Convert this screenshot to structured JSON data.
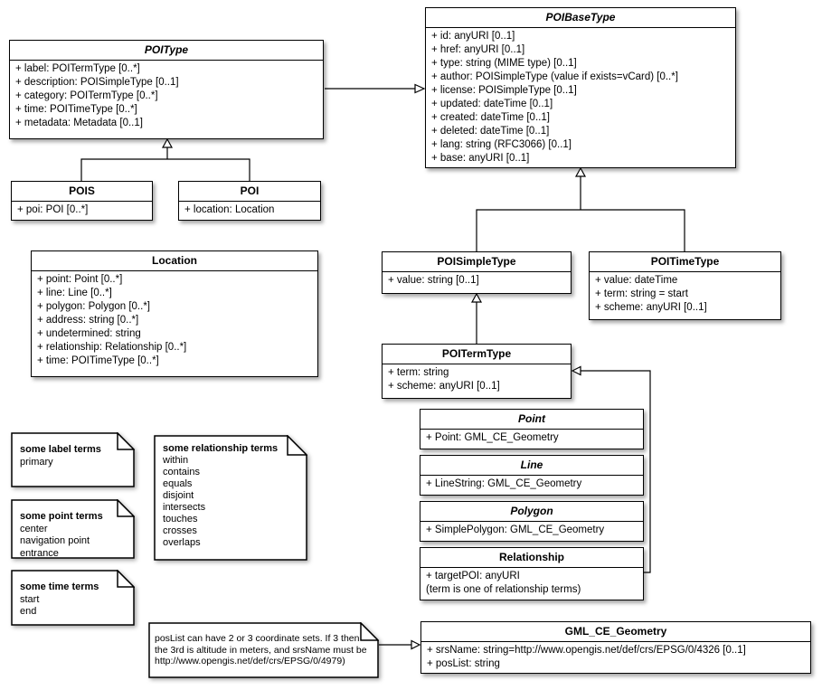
{
  "classes": {
    "poi_type": {
      "name": "POIType",
      "abstract": true,
      "attributes": [
        "+ label: POITermType [0..*]",
        "+ description: POISimpleType [0..1]",
        "+ category: POITermType [0..*]",
        "+ time: POITimeType [0..*]",
        "+ metadata: Metadata [0..1]"
      ]
    },
    "poi_base_type": {
      "name": "POIBaseType",
      "abstract": true,
      "attributes": [
        "+ id: anyURI [0..1]",
        "+ href: anyURI [0..1]",
        "+ type: string (MIME type) [0..1]",
        "+ author: POISimpleType (value if exists=vCard) [0..*]",
        "+ license: POISimpleType [0..1]",
        "+ updated: dateTime [0..1]",
        "+ created: dateTime [0..1]",
        "+ deleted: dateTime [0..1]",
        "+ lang: string (RFC3066) [0..1]",
        "+ base: anyURI [0..1]"
      ]
    },
    "pois": {
      "name": "POIS",
      "abstract": false,
      "attributes": [
        "+ poi: POI [0..*]"
      ]
    },
    "poi": {
      "name": "POI",
      "abstract": false,
      "attributes": [
        "+ location: Location"
      ]
    },
    "location": {
      "name": "Location",
      "abstract": false,
      "attributes": [
        "+ point: Point [0..*]",
        "+ line: Line [0..*]",
        "+ polygon: Polygon [0..*]",
        "+ address: string [0..*]",
        "+ undetermined: string",
        "+ relationship: Relationship [0..*]",
        "+ time: POITimeType [0..*]"
      ]
    },
    "poi_simple_type": {
      "name": "POISimpleType",
      "abstract": false,
      "attributes": [
        "+ value: string [0..1]"
      ]
    },
    "poi_time_type": {
      "name": "POITimeType",
      "abstract": false,
      "attributes": [
        "+ value: dateTime",
        "+ term: string = start",
        "+ scheme: anyURI [0..1]"
      ]
    },
    "poi_term_type": {
      "name": "POITermType",
      "abstract": false,
      "attributes": [
        "+ term: string",
        "+ scheme: anyURI [0..1]"
      ]
    },
    "point": {
      "name": "Point",
      "abstract": true,
      "attributes": [
        "+ Point: GML_CE_Geometry"
      ]
    },
    "line": {
      "name": "Line",
      "abstract": true,
      "attributes": [
        "+ LineString: GML_CE_Geometry"
      ]
    },
    "polygon": {
      "name": "Polygon",
      "abstract": true,
      "attributes": [
        "+ SimplePolygon: GML_CE_Geometry"
      ]
    },
    "relationship": {
      "name": "Relationship",
      "abstract": false,
      "attributes": [
        "+ targetPOI: anyURI",
        "(term is one of relationship terms)"
      ]
    },
    "gml_ce_geometry": {
      "name": "GML_CE_Geometry",
      "abstract": false,
      "attributes": [
        "+ srsName: string=http://www.opengis.net/def/crs/EPSG/0/4326 [0..1]",
        "+ posList: string"
      ]
    }
  },
  "notes": {
    "label_terms": {
      "title": "some label terms",
      "lines": [
        "primary"
      ]
    },
    "point_terms": {
      "title": "some point terms",
      "lines": [
        "center",
        "navigation point",
        "entrance"
      ]
    },
    "time_terms": {
      "title": "some time terms",
      "lines": [
        "start",
        "end"
      ]
    },
    "relationship_terms": {
      "title": "some relationship terms",
      "lines": [
        "within",
        "contains",
        "equals",
        "disjoint",
        "intersects",
        "touches",
        "crosses",
        "overlaps"
      ]
    },
    "poslist": {
      "text": "posList can have 2 or 3 coordinate sets. If 3 then the 3rd is altitude in meters, and srsName must be http://www.opengis.net/def/crs/EPSG/0/4979)"
    }
  },
  "connections": [
    {
      "from": "POIType",
      "to": "POIBaseType",
      "type": "generalization"
    },
    {
      "from": "POIS",
      "to": "POIType",
      "type": "generalization"
    },
    {
      "from": "POI",
      "to": "POIType",
      "type": "generalization"
    },
    {
      "from": "POISimpleType",
      "to": "POIBaseType",
      "type": "generalization"
    },
    {
      "from": "POITimeType",
      "to": "POIBaseType",
      "type": "generalization"
    },
    {
      "from": "POITermType",
      "to": "POISimpleType",
      "type": "generalization"
    },
    {
      "from": "Relationship",
      "to": "POITermType",
      "type": "generalization"
    },
    {
      "from": "posList-note",
      "to": "GML_CE_Geometry",
      "type": "note-link"
    }
  ]
}
